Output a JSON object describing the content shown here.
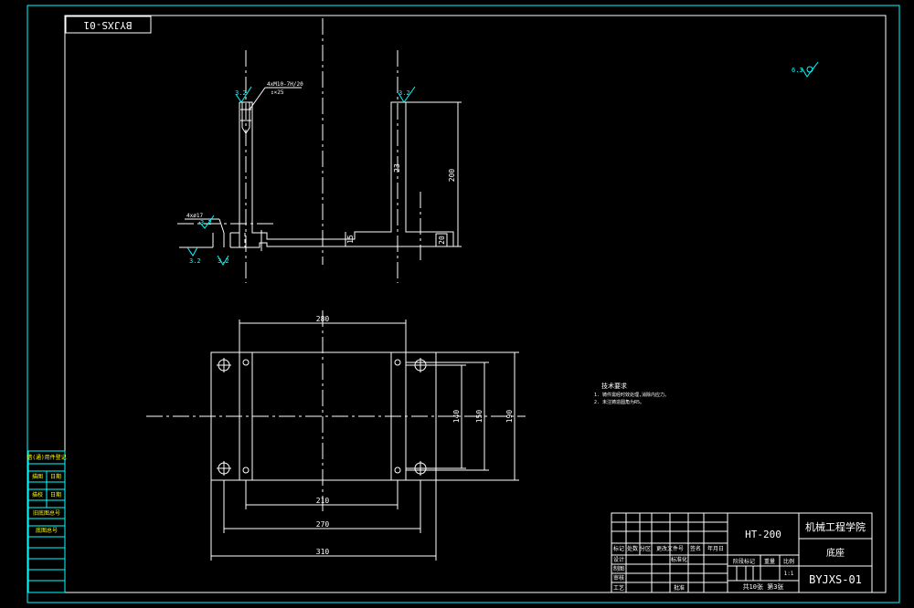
{
  "colors": {
    "background": "#000000",
    "linework": "#ffffff",
    "frame": "#00ffff",
    "side_table": "#ffff00"
  },
  "drawing_number_rotated": "BYJXS-01",
  "top_view": {
    "hole_callout_1": "4xM10-7H/20",
    "hole_callout_2": "↧×25",
    "hole_callout_3": "4xø17",
    "roughness_1": "3.2",
    "roughness_2": "3.2",
    "roughness_3": "3.2",
    "roughness_4": "3.2",
    "roughness_5": "3.2",
    "dim_200": "200",
    "dim_15": "15",
    "dim_20": "20",
    "dim_23": "23"
  },
  "general_roughness": "6.3",
  "plan_view": {
    "dim_280": "280",
    "dim_210": "210",
    "dim_270": "270",
    "dim_310": "310",
    "dim_140": "140",
    "dim_150": "150",
    "dim_190": "190"
  },
  "technical_requirements": {
    "title": "技术要求",
    "items": [
      "1. 铸件需经时效处理,消除内应力。",
      "2. 未注铸造圆角为R5。"
    ]
  },
  "side_table": {
    "rows": [
      "借(通)用件登记",
      "描图",
      "日期",
      "描校",
      "日期",
      "旧底图总号",
      "底图总号"
    ]
  },
  "title_block": {
    "material": "HT-200",
    "school": "机械工程学院",
    "part_name": "底座",
    "drawing_number": "BYJXS-01",
    "headers": [
      "标记",
      "处数",
      "分区",
      "更改文件号",
      "签名",
      "年月日"
    ],
    "left_rows": [
      "设计",
      "制图",
      "审核",
      "工艺"
    ],
    "standardize": "标准化",
    "approve": "批准",
    "stage_mark": "阶段标记",
    "weight": "重量",
    "scale_label": "比例",
    "scale_value": "1:1",
    "sheets": "共10张  第3张"
  }
}
